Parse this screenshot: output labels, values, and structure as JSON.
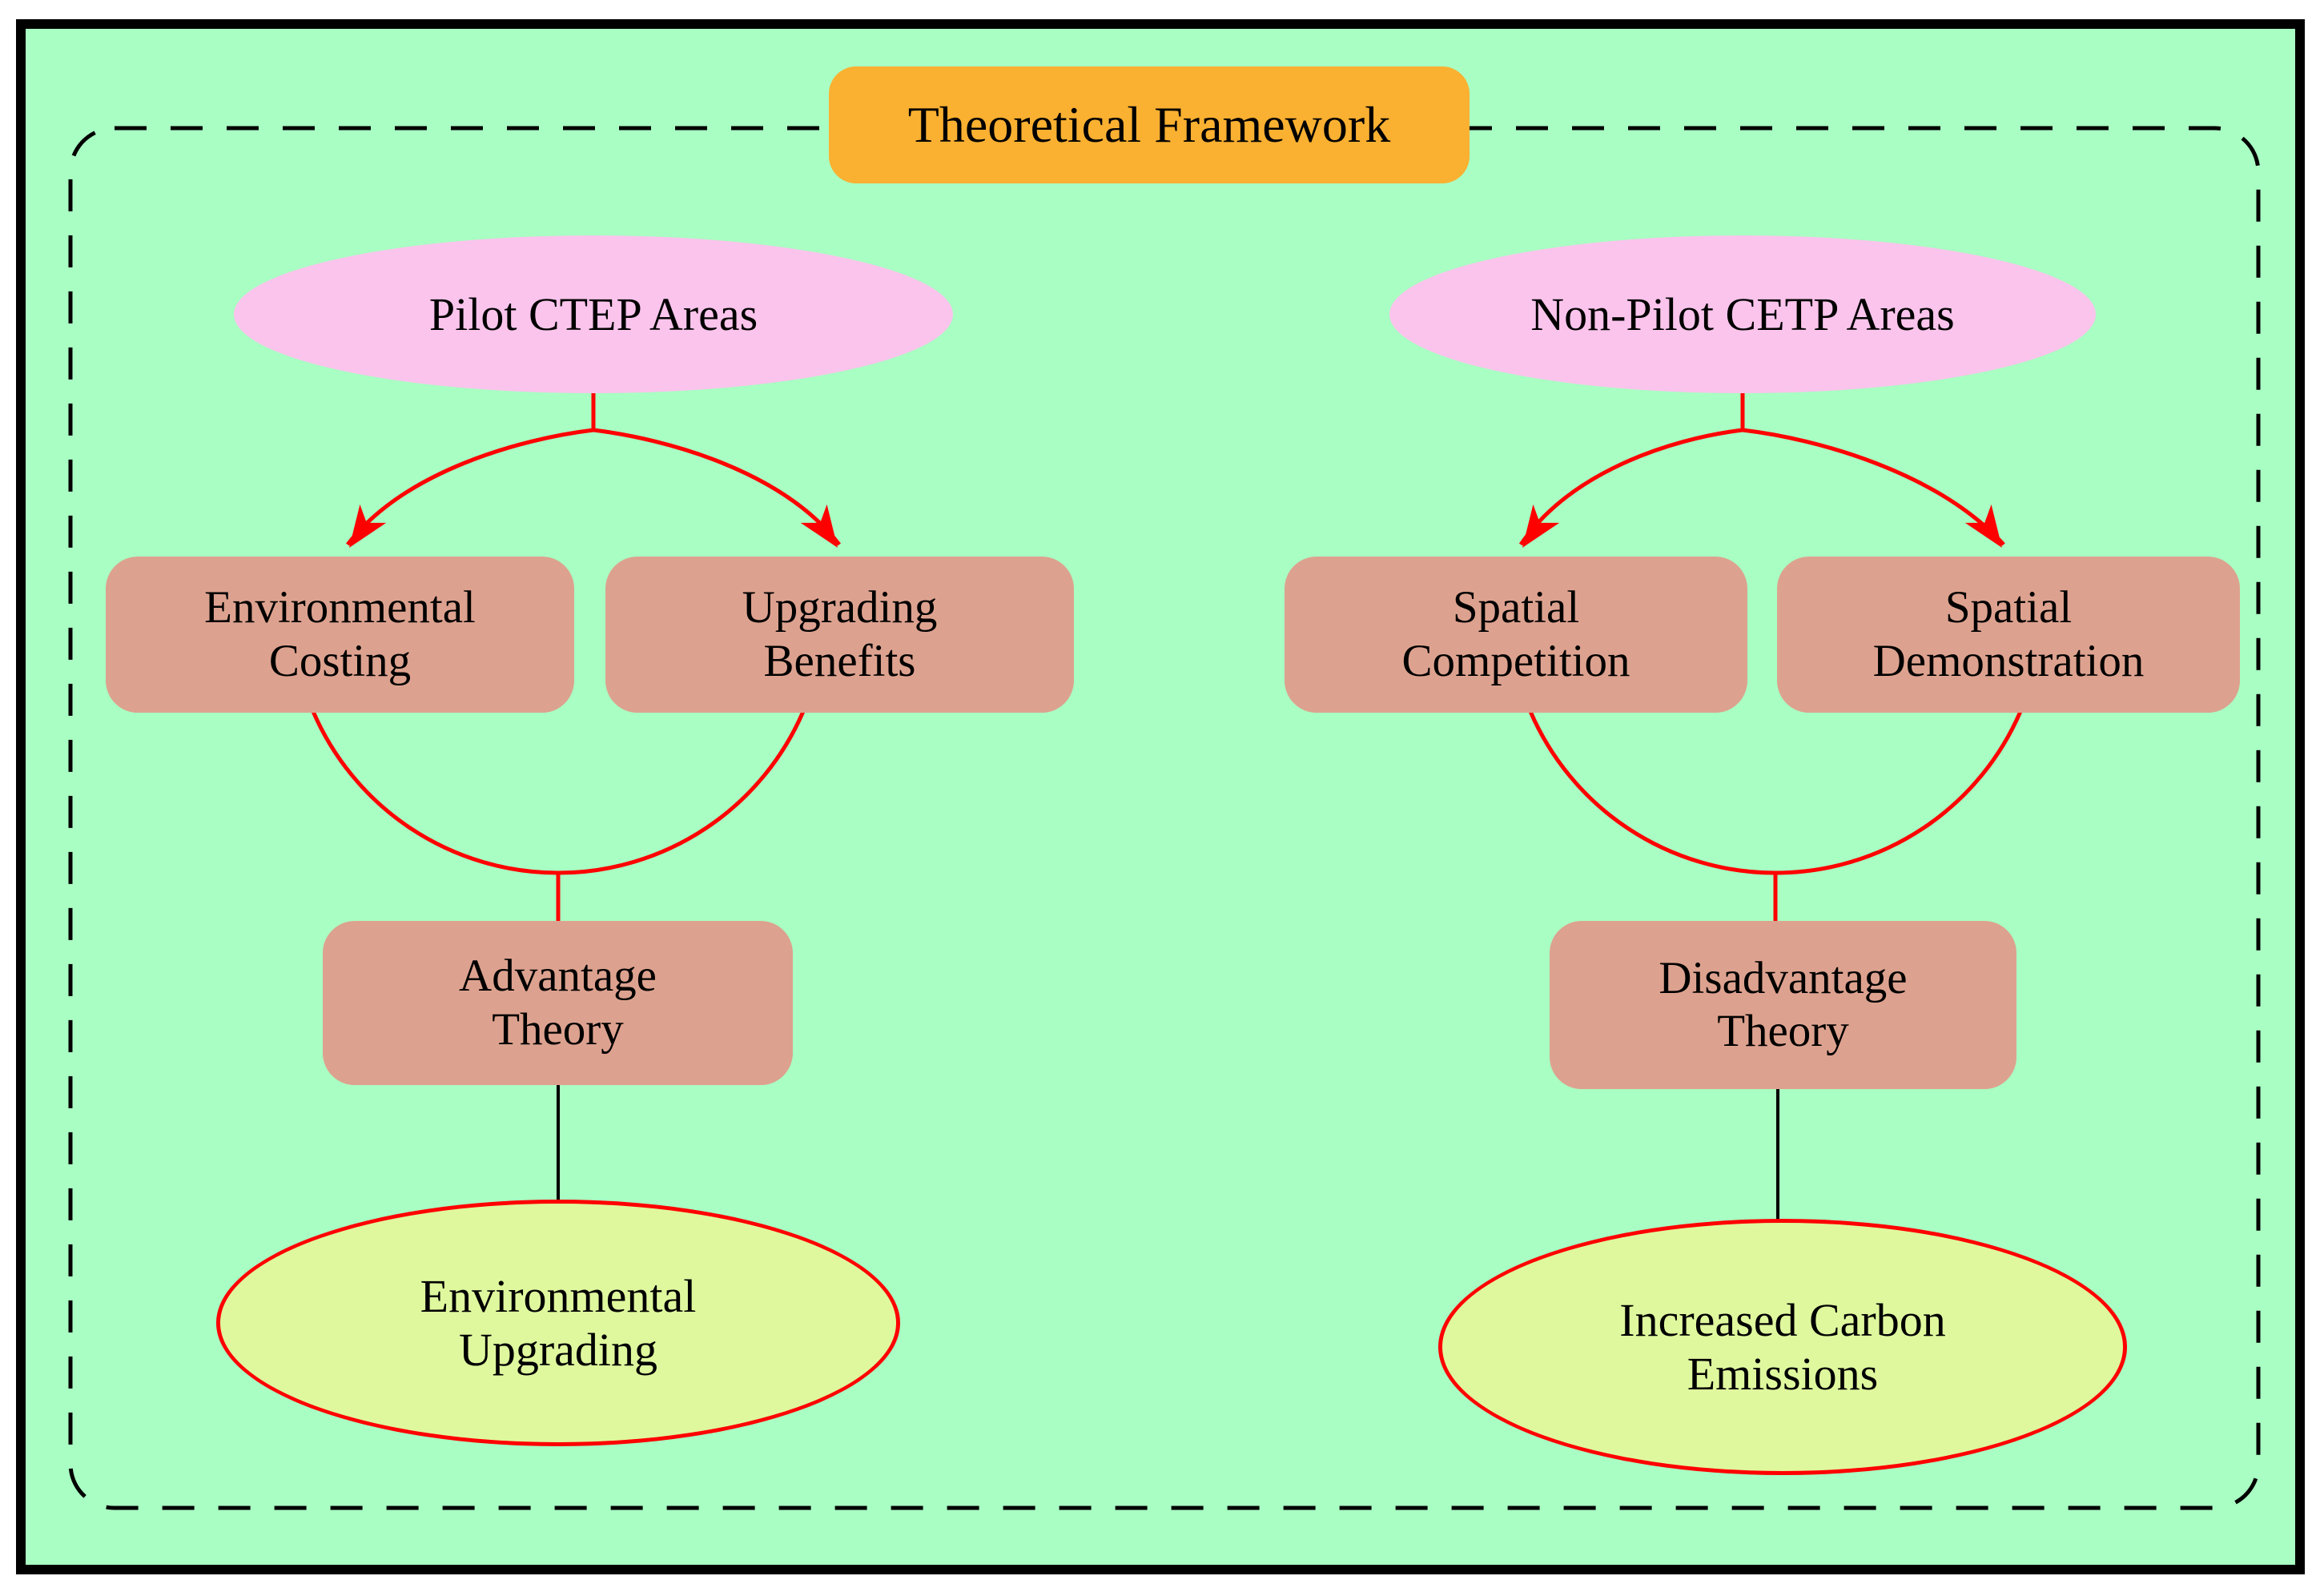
{
  "diagram": {
    "title": "Theoretical Framework",
    "columns": [
      {
        "source": "Pilot CTEP Areas",
        "branch_left": [
          "Environmental",
          "Costing"
        ],
        "branch_right": [
          "Upgrading",
          "Benefits"
        ],
        "theory": [
          "Advantage",
          "Theory"
        ],
        "outcome": [
          "Environmental",
          "Upgrading"
        ]
      },
      {
        "source": "Non-Pilot CETP Areas",
        "branch_left": [
          "Spatial",
          "Competition"
        ],
        "branch_right": [
          "Spatial",
          "Demonstration"
        ],
        "theory": [
          "Disadvantage",
          "Theory"
        ],
        "outcome": [
          "Increased Carbon",
          "Emissions"
        ]
      }
    ]
  },
  "colors": {
    "background": "#A9FEC3",
    "title_fill": "#FAB031",
    "source_fill": "#FAC4EC",
    "process_fill": "#DDA28F",
    "outcome_fill": "#DFF89E",
    "connector_red": "#FF0000",
    "line_black": "#000000"
  }
}
